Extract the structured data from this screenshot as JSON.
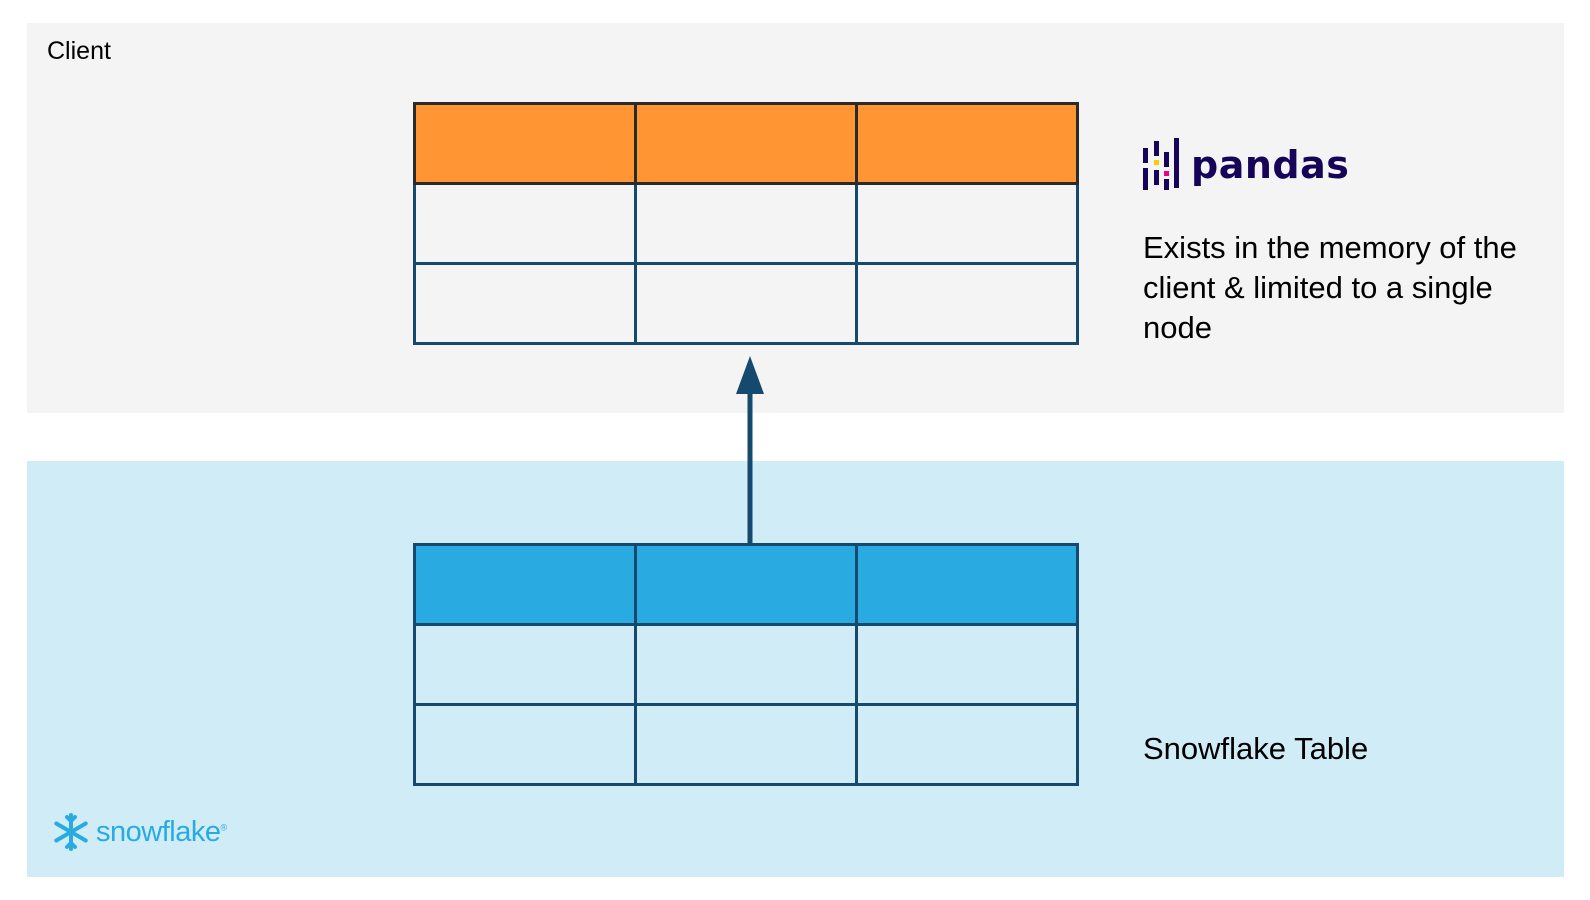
{
  "client": {
    "label": "Client"
  },
  "pandas": {
    "logo_text": "pandas",
    "description": "Exists in the memory of the client & limited to a single node",
    "header_color": "#ff9633"
  },
  "snowflake": {
    "logo_text": "snowflake",
    "logo_mark": "®",
    "table_label": "Snowflake Table",
    "header_color": "#29abe2",
    "panel_color": "#d0ecf7"
  },
  "arrow": {
    "direction": "up",
    "color": "#154a6e"
  },
  "icons": {
    "pandas": "pandas-logo-icon",
    "snowflake": "snowflake-logo-icon"
  }
}
